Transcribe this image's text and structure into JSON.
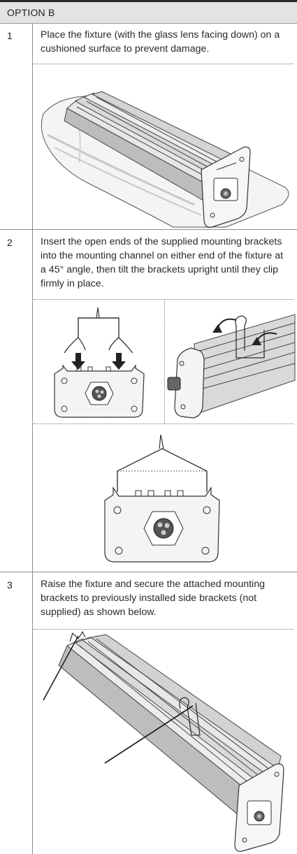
{
  "header": {
    "title": "OPTION B"
  },
  "steps": [
    {
      "number": "1",
      "text": "Place the fixture (with the glass lens facing down) on a cushioned surface to prevent damage."
    },
    {
      "number": "2",
      "text": "Insert the open ends of the supplied mounting brackets into the mounting channel on either end of the fixture at a 45° angle, then tilt the brackets upright until they clip firmly in place."
    },
    {
      "number": "3",
      "text": "Raise the fixture and secure the attached mounting brackets to previously installed side brackets (not supplied) as shown below."
    }
  ]
}
